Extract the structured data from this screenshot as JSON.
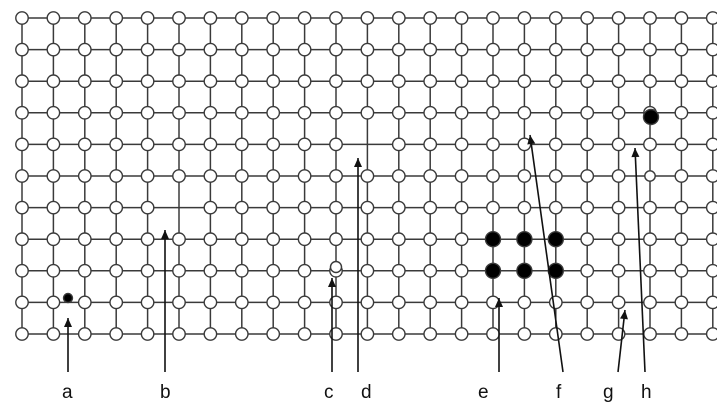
{
  "labels": {
    "a": "a",
    "b": "b",
    "c": "c",
    "d": "d",
    "e": "e",
    "f": "f",
    "g": "g",
    "h": "h"
  },
  "colors": {
    "line": "#3a3a3a",
    "atom_fill": "#ffffff",
    "impurity_fill": "#000000"
  }
}
